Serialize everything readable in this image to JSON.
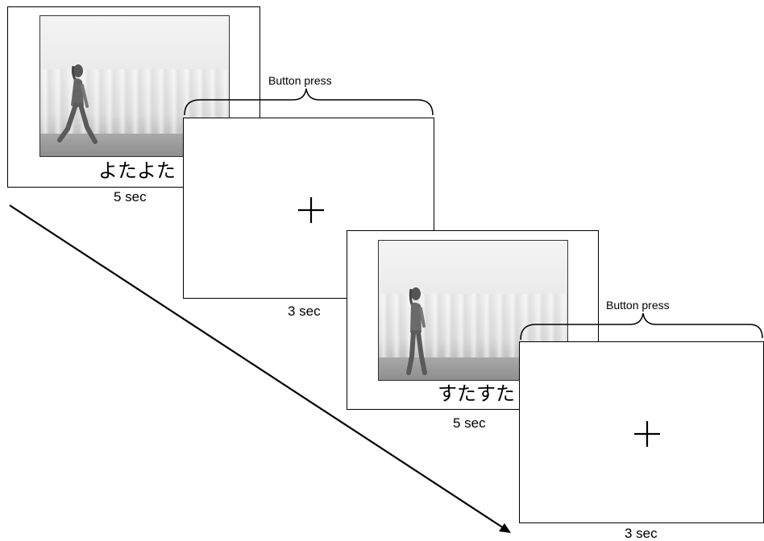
{
  "trial_1": {
    "word": "よたよた",
    "stimulus_duration": "5 sec",
    "fixation_duration": "3 sec",
    "response_label": "Button press",
    "fixation_symbol": "+"
  },
  "trial_2": {
    "word": "すたすた",
    "stimulus_duration": "5 sec",
    "fixation_duration": "3 sec",
    "response_label": "Button press",
    "fixation_symbol": "+"
  },
  "colors": {
    "line": "#000000",
    "frame_fill": "#ffffff",
    "photo_floor": "#9a9a9a"
  }
}
